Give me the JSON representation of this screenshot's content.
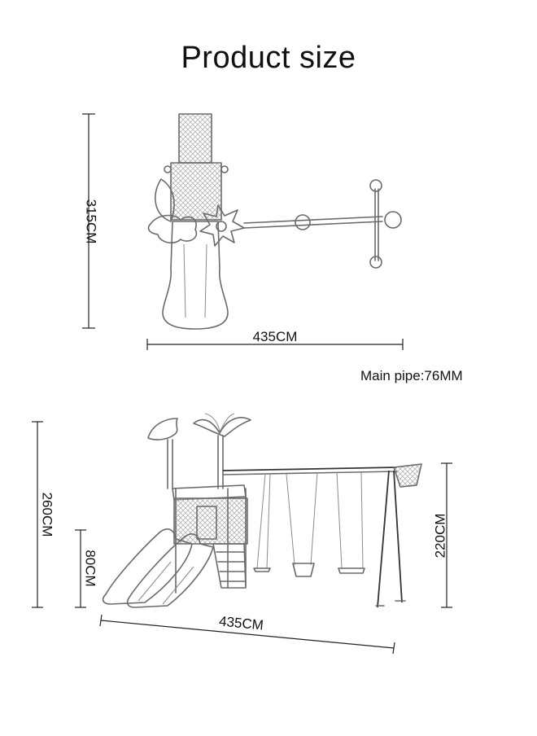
{
  "page": {
    "title": "Product size"
  },
  "top_view": {
    "height_label": "315CM",
    "width_label": "435CM"
  },
  "main_pipe": "Main pipe:76MM",
  "side_view": {
    "total_height_label": "260CM",
    "platform_height_label": "80CM",
    "swing_height_label": "220CM",
    "width_label": "435CM"
  }
}
